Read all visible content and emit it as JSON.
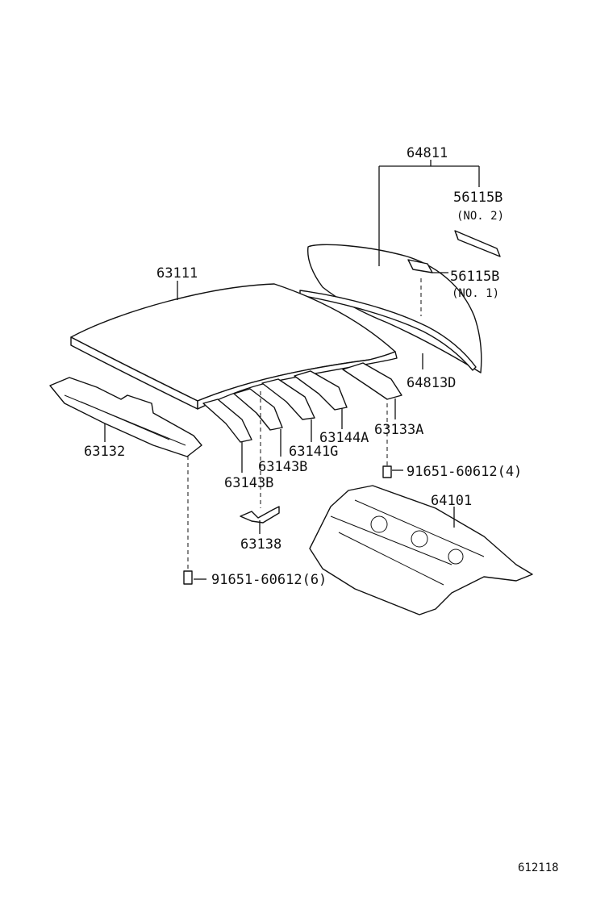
{
  "diagram_id": "612118",
  "labels": {
    "p64811": "64811",
    "p56115b_no2": "56115B",
    "no2": "(NO. 2)",
    "p56115b_no1": "56115B",
    "no1": "(NO. 1)",
    "p63111": "63111",
    "p64813d": "64813D",
    "p63133a": "63133A",
    "p63144a": "63144A",
    "p63141g": "63141G",
    "p63143b_1": "63143B",
    "p63143b_2": "63143B",
    "p63132": "63132",
    "bolt4": "91651-60612(4)",
    "p64101": "64101",
    "p63138": "63138",
    "bolt6": "91651-60612(6)"
  }
}
